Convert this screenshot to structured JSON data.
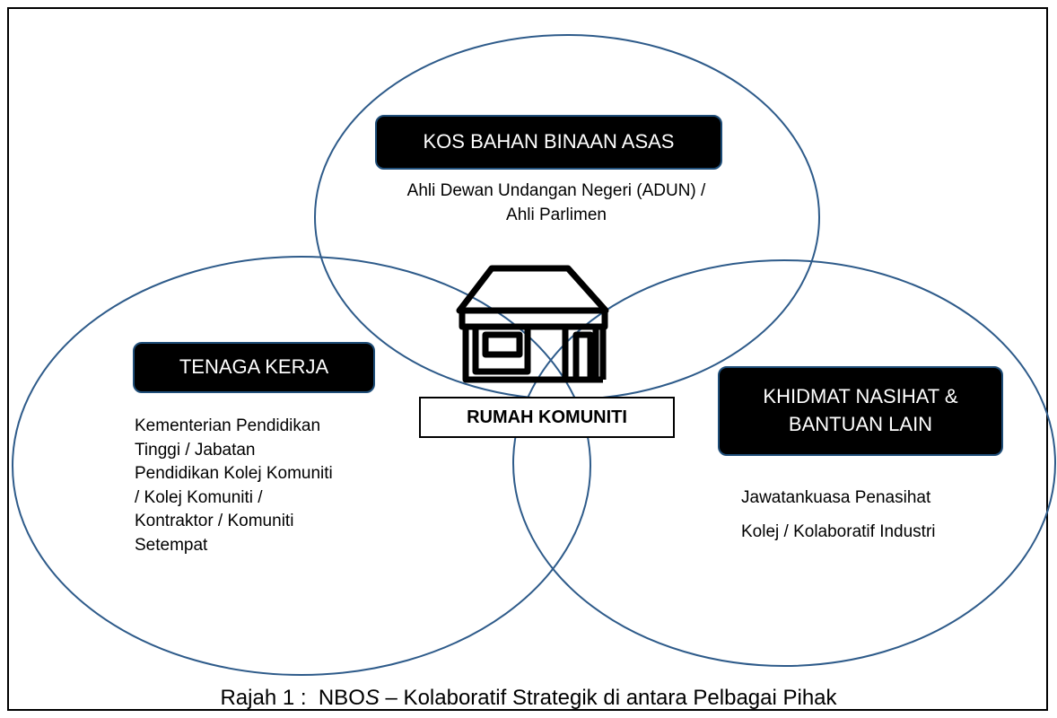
{
  "diagram": {
    "circles": [
      {
        "id": "top",
        "header": "KOS BAHAN BINAAN ASAS",
        "text": "Ahli Dewan Undangan Negeri (ADUN) /\nAhli Parlimen"
      },
      {
        "id": "left",
        "header": "TENAGA KERJA",
        "text": "Kementerian Pendidikan\nTinggi / Jabatan\nPendidikan Kolej Komuniti\n/ Kolej Komuniti /\nKontraktor / Komuniti\nSetempat"
      },
      {
        "id": "right",
        "header": "KHIDMAT NASIHAT &\nBANTUAN LAIN",
        "text": "Jawatankuasa Penasihat\nKolej / Kolaboratif Industri"
      }
    ],
    "center_label": "RUMAH KOMUNITI",
    "center_icon": "house-icon",
    "caption_prefix": "Rajah 1 :  NBO",
    "caption_italic": "S",
    "caption_suffix": " – Kolaboratif Strategik di antara Pelbagai Pihak",
    "circle_stroke_color": "#2e5b8a"
  }
}
